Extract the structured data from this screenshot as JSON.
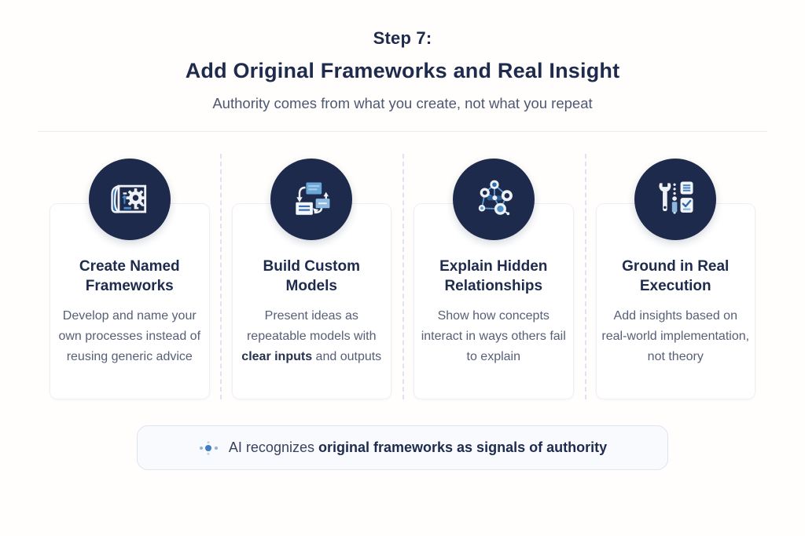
{
  "page": {
    "background": "#fffefc"
  },
  "header": {
    "step_label": "Step 7:",
    "title": "Add Original Frameworks and Real Insight",
    "subtitle": "Authority comes from what you create, not what you repeat"
  },
  "colors": {
    "navy": "#1d2a4c",
    "title_text": "#1e2b4d",
    "body_text": "#565f78",
    "icon_blue": "#3572b0",
    "icon_blue_mid": "#5b9bd5",
    "icon_blue_light": "#8ab6e0",
    "card_border": "#eef0f6",
    "dashed_separator": "#dfe3ef",
    "callout_bg": "#f8fafd",
    "callout_border": "#dde5f3"
  },
  "columns": [
    {
      "icon": "blueprint-gear-icon",
      "title_line1": "Create Named",
      "title_line2": "Frameworks",
      "body_pre": "Develop and name your own processes instead of reusing generic advice",
      "body_bold": "",
      "body_post": ""
    },
    {
      "icon": "flowchart-models-icon",
      "title_line1": "Build Custom",
      "title_line2": "Models",
      "body_pre": "Present ideas as repeatable models with ",
      "body_bold": "clear inputs",
      "body_post": " and outputs"
    },
    {
      "icon": "network-nodes-icon",
      "title_line1": "Explain Hidden",
      "title_line2": "Relationships",
      "body_pre": "Show how concepts interact in ways others fail to explain",
      "body_bold": "",
      "body_post": ""
    },
    {
      "icon": "tools-checklist-icon",
      "title_line1": "Ground in Real",
      "title_line2": "Execution",
      "body_pre": "Add insights based on real-world implementation, not theory",
      "body_bold": "",
      "body_post": ""
    }
  ],
  "callout": {
    "icon": "ai-dots-icon",
    "text_regular": "AI recognizes ",
    "text_bold": "original frameworks as signals of authority"
  }
}
